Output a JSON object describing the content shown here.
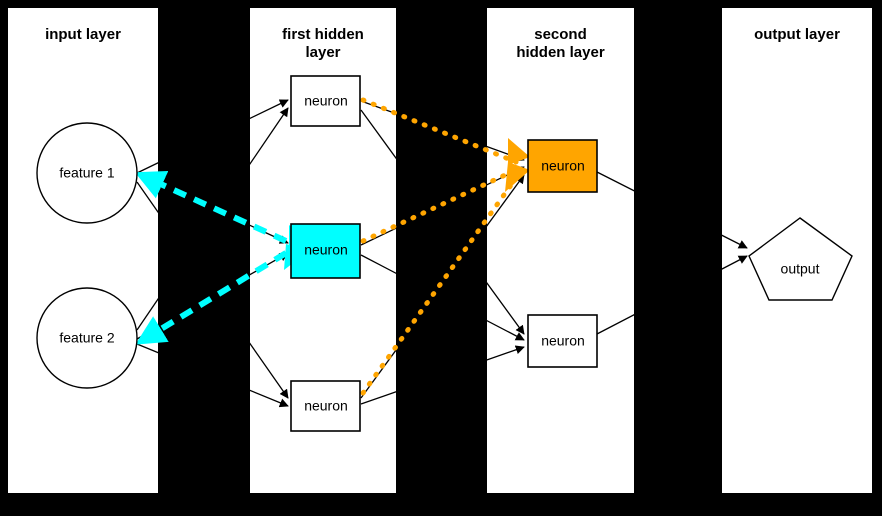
{
  "diagram": {
    "title": "neural network layers diagram",
    "background_color": "#000000",
    "panel_color": "#ffffff",
    "highlight_colors": {
      "cyan": "#00ffff",
      "orange": "#ffa500",
      "edge": "#000000"
    }
  },
  "layers": [
    {
      "id": "input",
      "title": "input layer",
      "nodes": [
        {
          "id": "feature-1",
          "label": "feature 1",
          "shape": "circle",
          "fill": "#ffffff"
        },
        {
          "id": "feature-2",
          "label": "feature 2",
          "shape": "circle",
          "fill": "#ffffff"
        }
      ]
    },
    {
      "id": "hidden-1",
      "title": "first hidden\nlayer",
      "nodes": [
        {
          "id": "h1-top",
          "label": "neuron",
          "shape": "rect",
          "fill": "#ffffff"
        },
        {
          "id": "h1-mid",
          "label": "neuron",
          "shape": "rect",
          "fill": "#00ffff"
        },
        {
          "id": "h1-bot",
          "label": "neuron",
          "shape": "rect",
          "fill": "#ffffff"
        }
      ]
    },
    {
      "id": "hidden-2",
      "title": "second\nhidden layer",
      "nodes": [
        {
          "id": "h2-top",
          "label": "neuron",
          "shape": "rect",
          "fill": "#ffa500"
        },
        {
          "id": "h2-bot",
          "label": "neuron",
          "shape": "rect",
          "fill": "#ffffff"
        }
      ]
    },
    {
      "id": "output",
      "title": "output layer",
      "nodes": [
        {
          "id": "output-node",
          "label": "output",
          "shape": "pentagon",
          "fill": "#ffffff"
        }
      ]
    }
  ],
  "highlighted_paths": [
    {
      "id": "cyan-incoming",
      "color": "#00ffff",
      "style": "dashed",
      "from": [
        "feature-1",
        "feature-2"
      ],
      "to": "h1-mid",
      "direction": "forward"
    },
    {
      "id": "orange-incoming",
      "color": "#ffa500",
      "style": "dotted",
      "from": [
        "h1-top",
        "h1-mid",
        "h1-bot"
      ],
      "to": "h2-top",
      "direction": "forward"
    }
  ]
}
